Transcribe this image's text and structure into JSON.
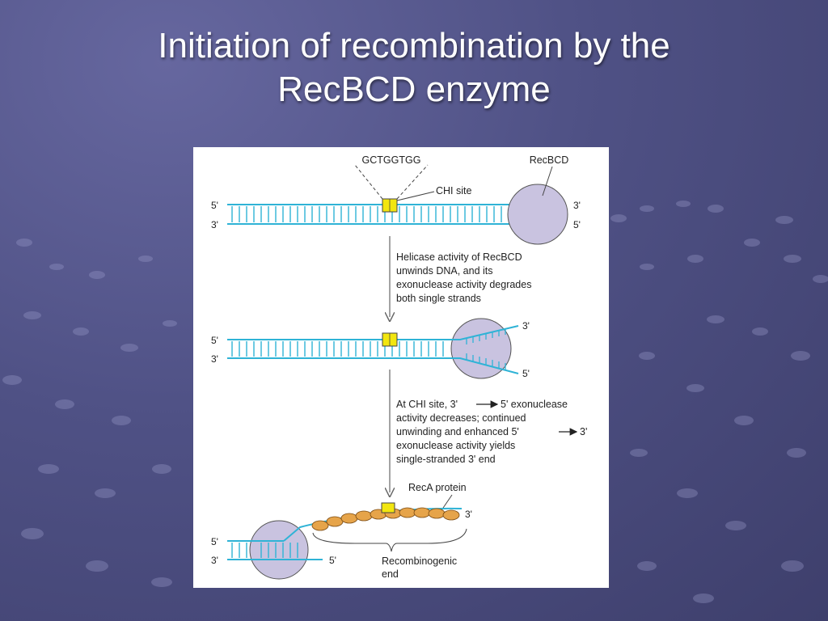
{
  "slide": {
    "title": "Initiation of recombination by the\nRecBCD enzyme"
  },
  "figure": {
    "step1": {
      "sequence": "GCTGGTGG",
      "chi_site_label": "CHI site",
      "enzyme_label": "RecBCD",
      "top_left_end": "5'",
      "bottom_left_end": "3'",
      "top_right_end": "3'",
      "bottom_right_end": "5'"
    },
    "arrow1_text": [
      "Helicase activity of RecBCD",
      "unwinds DNA, and its",
      "exonuclease activity degrades",
      "both single strands"
    ],
    "step2": {
      "top_left_end": "5'",
      "bottom_left_end": "3'",
      "top_right_end": "3'",
      "bottom_right_end": "5'"
    },
    "arrow2_text": {
      "line1_prefix": "At CHI site, 3'",
      "line1_suffix": "5' exonuclease",
      "line2": "activity decreases; continued",
      "line3_prefix": "unwinding and enhanced 5'",
      "line3_suffix": "3'",
      "line4": "exonuclease activity yields",
      "line5": "single-stranded 3' end"
    },
    "step3": {
      "reca_label": "RecA protein",
      "tail_end": "3'",
      "top_left_end": "5'",
      "bottom_left_end": "3'",
      "bottom_strand_end": "5'",
      "bracket_label_line1": "Recombinogenic",
      "bracket_label_line2": "end"
    },
    "colors": {
      "dna": "#2fb3d6",
      "recbcd": "#c9c3e0",
      "chi": "#f2e60f",
      "reca": "#e6a44a"
    }
  }
}
